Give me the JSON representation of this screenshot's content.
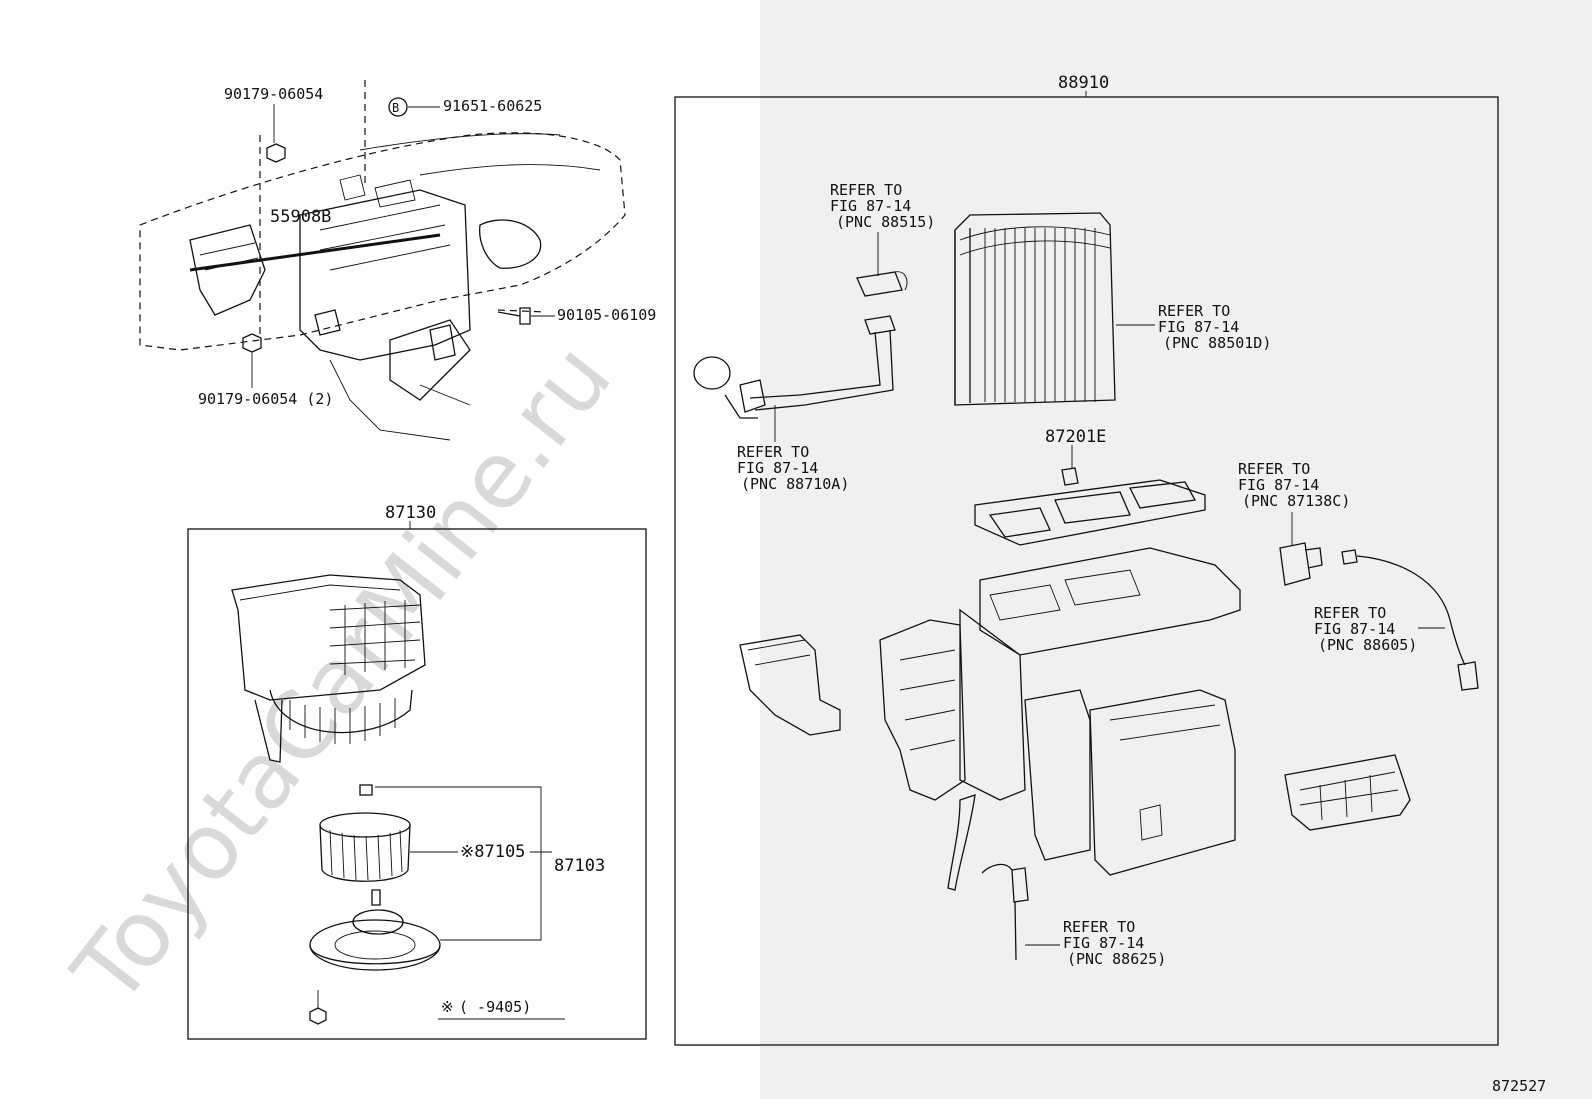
{
  "watermark": "ToyotaCarMine.ru",
  "diagram_id": "872527",
  "left_top": {
    "labels": {
      "bolt_top": "90179-06054",
      "bolt_bottom": "90179-06054 (2)",
      "screw_b": "91651-60625",
      "screw_b_marker": "B",
      "duct": "55908B",
      "bolt_right": "90105-06109"
    }
  },
  "blower_assy": {
    "part_no": "87130",
    "fan_label": "※87105",
    "motor_label": "87103",
    "footnote_marker": "※",
    "footnote_range": "(      -9405)"
  },
  "heater_assy": {
    "part_no": "88910",
    "case_label": "87201E",
    "refs": [
      {
        "lines": [
          "REFER TO",
          "FIG 87-14",
          "(PNC 88515)"
        ]
      },
      {
        "lines": [
          "REFER TO",
          "FIG 87-14",
          "(PNC 88501D)"
        ]
      },
      {
        "lines": [
          "REFER TO",
          "FIG 87-14",
          "(PNC 88710A)"
        ]
      },
      {
        "lines": [
          "REFER TO",
          "FIG 87-14",
          "(PNC 87138C)"
        ]
      },
      {
        "lines": [
          "REFER TO",
          "FIG 87-14",
          "(PNC 88605)"
        ]
      },
      {
        "lines": [
          "REFER TO",
          "FIG 87-14",
          "(PNC 88625)"
        ]
      }
    ]
  }
}
